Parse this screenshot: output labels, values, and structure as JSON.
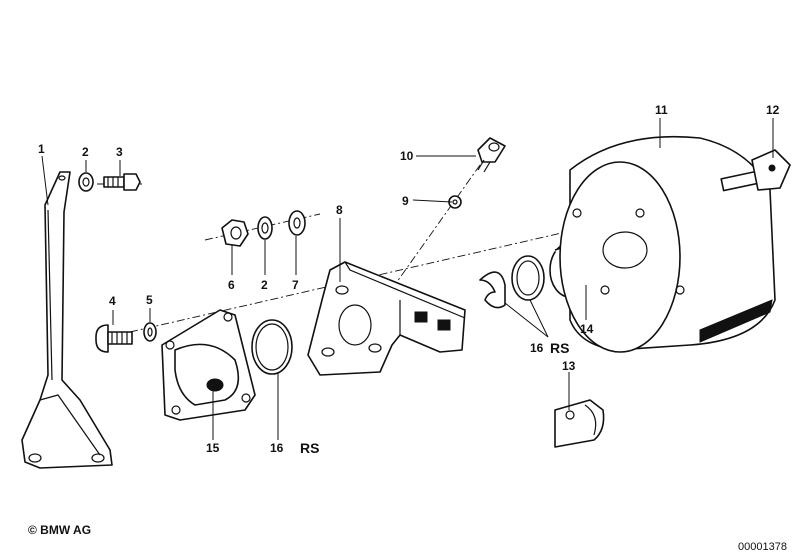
{
  "callouts": {
    "c1": "1",
    "c2a": "2",
    "c3": "3",
    "c4": "4",
    "c5": "5",
    "c6": "6",
    "c2b": "2",
    "c7": "7",
    "c8": "8",
    "c9": "9",
    "c10": "10",
    "c11": "11",
    "c12": "12",
    "c13": "13",
    "c14": "14",
    "c15": "15",
    "c16a": "16",
    "c16a_rs": "RS",
    "c16b": "16",
    "c16b_rs": "RS"
  },
  "footer": {
    "copyright": "© BMW AG",
    "figure_number": "00001378"
  }
}
